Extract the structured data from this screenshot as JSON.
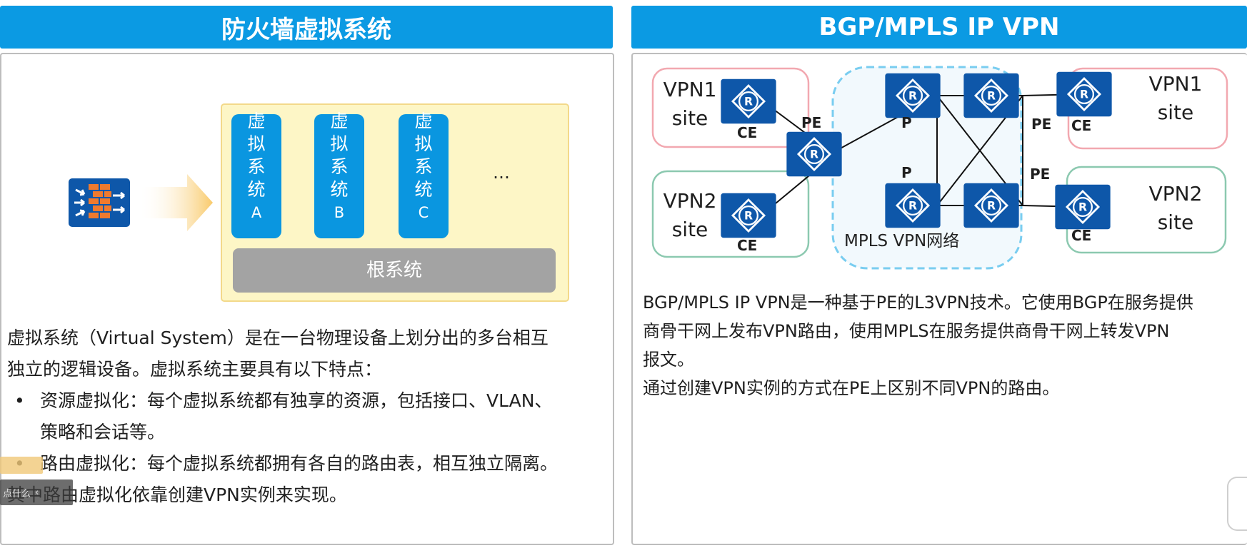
{
  "left_panel": {
    "title": "防火墙虚拟系统",
    "diagram": {
      "virtual_systems": [
        {
          "chars": "虚拟系统",
          "letter": "A"
        },
        {
          "chars": "虚拟系统",
          "letter": "B"
        },
        {
          "chars": "虚拟系统",
          "letter": "C"
        }
      ],
      "ellipsis": "…",
      "root_system": "根系统"
    },
    "intro_line1": "虚拟系统（Virtual System）是在一台物理设备上划分出的多台相互",
    "intro_line2": "独立的逻辑设备。虚拟系统主要具有以下特点：",
    "bullets": [
      {
        "line1": "资源虚拟化：每个虚拟系统都有独享的资源，包括接口、VLAN、",
        "line2": "策略和会话等。"
      },
      {
        "line1": "路由虚拟化：每个虚拟系统都拥有各自的路由表，相互独立隔离。",
        "line2": ""
      }
    ],
    "closing": "其中路由虚拟化依靠创建VPN实例来实现。",
    "overlay_text": "点什么"
  },
  "right_panel": {
    "title": "BGP/MPLS IP VPN",
    "diagram": {
      "sites": [
        {
          "line1": "VPN1",
          "line2": "site"
        },
        {
          "line1": "VPN2",
          "line2": "site"
        },
        {
          "line1": "VPN1",
          "line2": "site"
        },
        {
          "line1": "VPN2",
          "line2": "site"
        }
      ],
      "labels": {
        "ce": "CE",
        "pe": "PE",
        "p": "P",
        "router_glyph": "R",
        "cloud": "MPLS VPN网络"
      }
    },
    "text_lines": [
      "BGP/MPLS IP VPN是一种基于PE的L3VPN技术。它使用BGP在服务提供",
      "商骨干网上发布VPN路由，使用MPLS在服务提供商骨干网上转发VPN",
      "报文。",
      "通过创建VPN实例的方式在PE上区别不同VPN的路由。"
    ]
  },
  "colors": {
    "header_blue": "#0b9ae3",
    "vs_blue": "#0a96e0",
    "router_blue": "#0e57a9",
    "yellow_box": "#fdf6c6",
    "root_gray": "#a3a3a3",
    "site_pink": "#f2a8b0",
    "site_green": "#8cc9b0",
    "cloud_dash": "#79cdf0"
  },
  "icons": [
    "firewall-icon",
    "arrow-right-icon",
    "router-icon"
  ]
}
